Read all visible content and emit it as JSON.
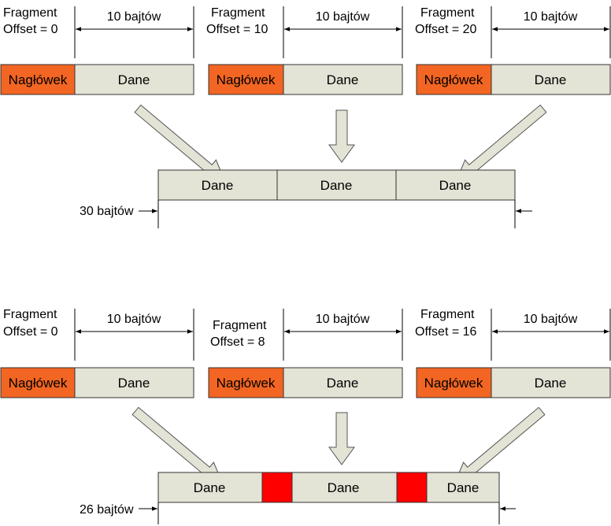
{
  "colors": {
    "header_fill": "#f26522",
    "data_fill": "#e3e3d6",
    "overlap_fill": "#ff0000",
    "arrow_fill": "#e3e3d6",
    "stroke": "#333333"
  },
  "top": {
    "fragments": [
      {
        "offset_line1": "Fragment",
        "offset_line2": "Offset = 0",
        "size_label": "10 bajtów",
        "header_label": "Nagłówek",
        "data_label": "Dane"
      },
      {
        "offset_line1": "Fragment",
        "offset_line2": "Offset = 10",
        "size_label": "10 bajtów",
        "header_label": "Nagłówek",
        "data_label": "Dane"
      },
      {
        "offset_line1": "Fragment",
        "offset_line2": "Offset = 20",
        "size_label": "10 bajtów",
        "header_label": "Nagłówek",
        "data_label": "Dane"
      }
    ],
    "result_segments": [
      "Dane",
      "Dane",
      "Dane"
    ],
    "total_label": "30 bajtów"
  },
  "bottom": {
    "fragments": [
      {
        "offset_line1": "Fragment",
        "offset_line2": "Offset = 0",
        "size_label": "10 bajtów",
        "header_label": "Nagłówek",
        "data_label": "Dane"
      },
      {
        "offset_line1": "Fragment",
        "offset_line2": "Offset = 8",
        "size_label": "10 bajtów",
        "header_label": "Nagłówek",
        "data_label": "Dane"
      },
      {
        "offset_line1": "Fragment",
        "offset_line2": "Offset = 16",
        "size_label": "10 bajtów",
        "header_label": "Nagłówek",
        "data_label": "Dane"
      }
    ],
    "result_segments": [
      "Dane",
      "Dane",
      "Dane"
    ],
    "total_label": "26 bajtów"
  }
}
